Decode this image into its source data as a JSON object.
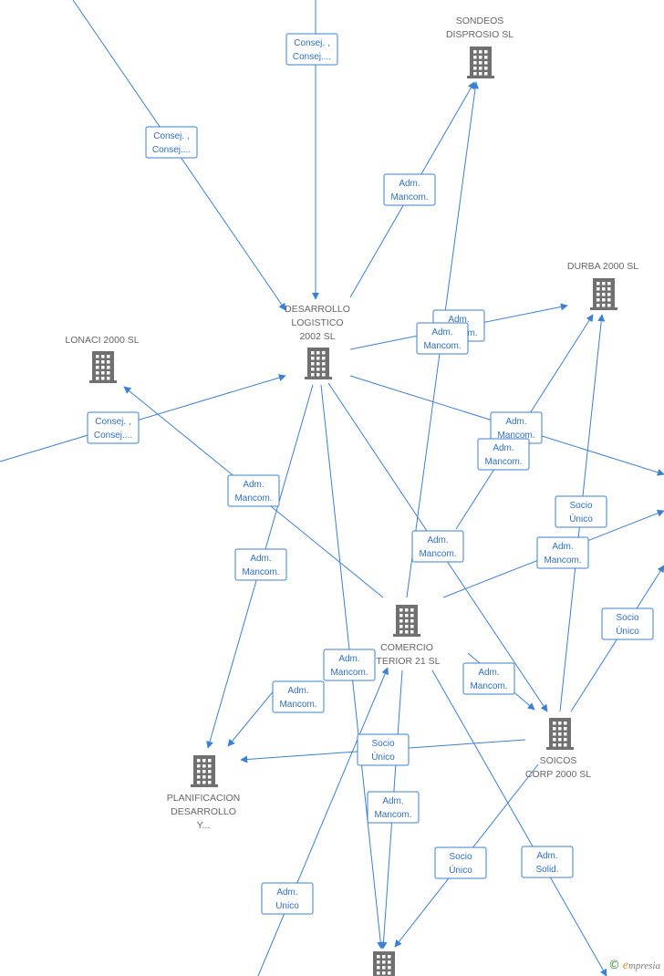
{
  "nodes": [
    {
      "id": "sondeos",
      "lines": [
        "SONDEOS",
        "DISPROSIO  SL"
      ]
    },
    {
      "id": "durba",
      "lines": [
        "DURBA 2000 SL"
      ]
    },
    {
      "id": "desarrollo",
      "lines": [
        "DESARROLLO",
        "LOGISTICO",
        "2002 SL"
      ]
    },
    {
      "id": "lonaci",
      "lines": [
        "LONACI 2000 SL"
      ]
    },
    {
      "id": "comercio",
      "lines": [
        "COMERCIO",
        "ITERIOR 21 SL"
      ]
    },
    {
      "id": "soicos",
      "lines": [
        "SOICOS",
        "CORP 2000 SL"
      ]
    },
    {
      "id": "planificacion",
      "lines": [
        "PLANIFICACION",
        "DESARROLLO",
        "Y..."
      ]
    },
    {
      "id": "bottom",
      "lines": []
    }
  ],
  "edge_labels": [
    {
      "lines": [
        "Consej. ,",
        "Consej...."
      ]
    },
    {
      "lines": [
        "Consej. ,",
        "Consej...."
      ]
    },
    {
      "lines": [
        "Adm.",
        "Mancom."
      ]
    },
    {
      "lines": [
        "Adm.",
        "Mancom."
      ]
    },
    {
      "lines": [
        "Adm.",
        "Mancom."
      ]
    },
    {
      "lines": [
        "Consej. ,",
        "Consej...."
      ]
    },
    {
      "lines": [
        "Adm.",
        "Mancom."
      ]
    },
    {
      "lines": [
        "Adm.",
        "Mancom."
      ]
    },
    {
      "lines": [
        "Adm.",
        "Mancom."
      ]
    },
    {
      "lines": [
        "Adm.",
        "Mancom."
      ]
    },
    {
      "lines": [
        "Socio",
        "Único"
      ]
    },
    {
      "lines": [
        "Adm.",
        "Mancom."
      ]
    },
    {
      "lines": [
        "Adm.",
        "Mancom."
      ]
    },
    {
      "lines": [
        "Socio",
        "Único"
      ]
    },
    {
      "lines": [
        "Adm.",
        "Mancom."
      ]
    },
    {
      "lines": [
        "Adm.",
        "Mancom."
      ]
    },
    {
      "lines": [
        "Adm.",
        "Mancom."
      ]
    },
    {
      "lines": [
        "Socio",
        "Único"
      ]
    },
    {
      "lines": [
        "Adm.",
        "Mancom."
      ]
    },
    {
      "lines": [
        "Socio",
        "Único"
      ]
    },
    {
      "lines": [
        "Adm.",
        "Solid."
      ]
    },
    {
      "lines": [
        "Adm.",
        "Unico"
      ]
    }
  ],
  "branding": {
    "copyright": "©",
    "e": "e",
    "name": "mpresia"
  }
}
